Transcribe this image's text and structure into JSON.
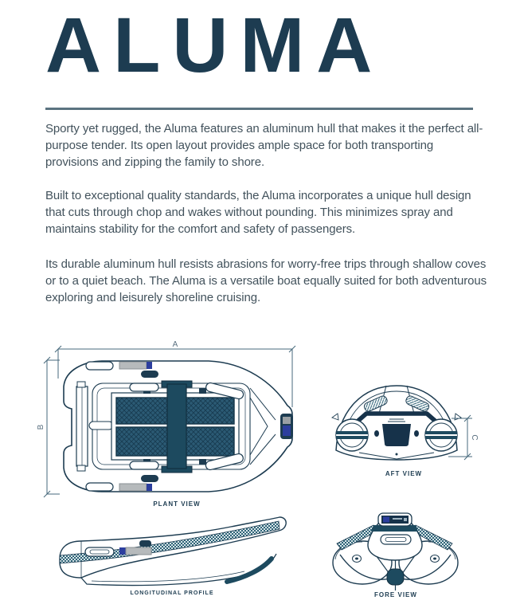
{
  "page": {
    "title": "ALUMA",
    "paragraphs": [
      "Sporty yet rugged, the Aluma features an aluminum hull that makes it the perfect all-purpose tender. Its open layout provides ample space for both transporting provisions and zipping the family to shore.",
      "Built to exceptional quality standards, the Aluma incorporates a unique hull design that cuts through chop and wakes without pounding. This minimizes spray and maintains stability for the comfort and safety of passengers.",
      "Its durable aluminum hull resists abrasions for worry-free trips through shallow coves or to a quiet beach. The Aluma is a versatile boat equally suited for both adventurous exploring and leisurely shoreline cruising."
    ]
  },
  "drawings": {
    "plan": {
      "caption": "PLANT VIEW",
      "dim_length": "A",
      "dim_width": "B"
    },
    "aft": {
      "caption": "AFT VIEW",
      "dim_height": "C"
    },
    "profile": {
      "caption": "LONGITUDINAL PROFILE"
    },
    "fore": {
      "caption": "FORE VIEW"
    }
  },
  "colors": {
    "title_navy": "#1d3c51",
    "body_text": "#42525c",
    "rule": "#5b7380",
    "teal_accent": "#2e6377",
    "deck_teal": "#2b5a74",
    "seat_dark": "#1d4a5f",
    "blue_accent": "#2c3e9e",
    "pad_gray": "#b6babc",
    "dimension_line": "#47697c"
  }
}
